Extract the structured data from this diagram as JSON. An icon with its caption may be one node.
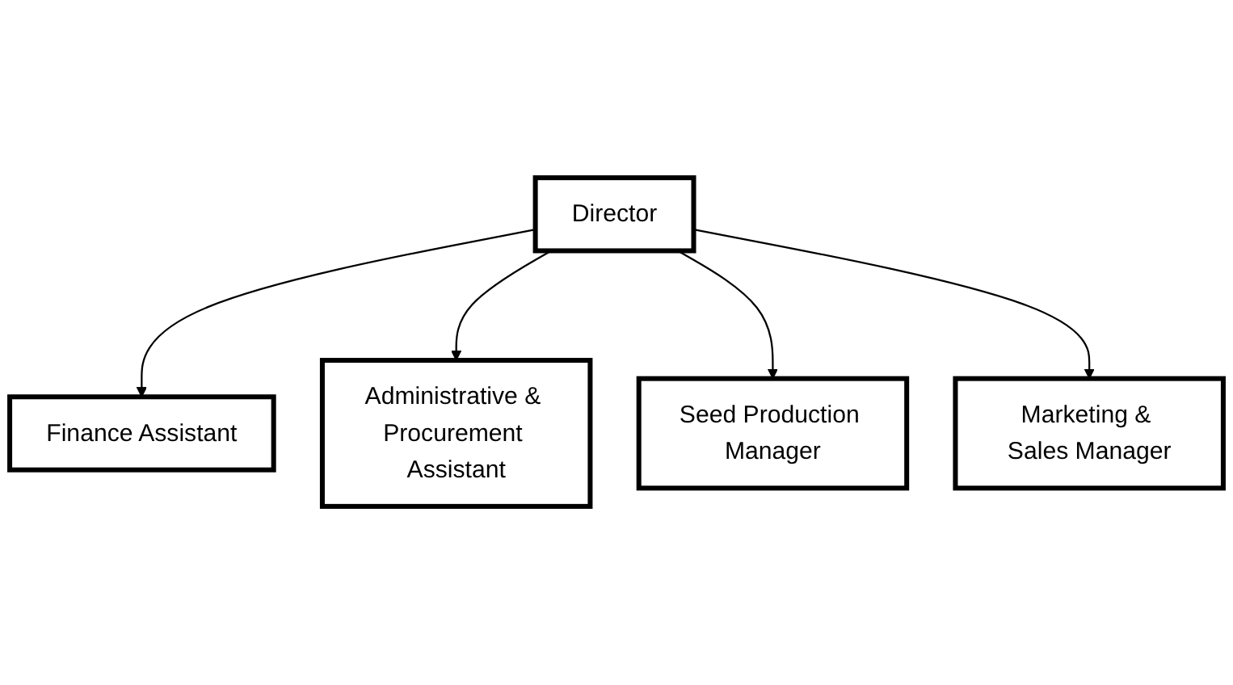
{
  "diagram": {
    "nodes": [
      {
        "text": [
          "Director"
        ]
      },
      {
        "text": [
          "Finance Assistant"
        ]
      },
      {
        "text": [
          "Administrative & Procurement Assistant"
        ]
      },
      {
        "text": [
          "Seed Production Manager"
        ]
      },
      {
        "text": [
          "Marketing & Sales Manager"
        ]
      }
    ],
    "edges": [
      {
        "from": 0,
        "to": 1,
        "arrow": "to"
      },
      {
        "from": 0,
        "to": 2,
        "arrow": "to"
      },
      {
        "from": 0,
        "to": 3,
        "arrow": "to"
      },
      {
        "from": 0,
        "to": 4,
        "arrow": "to"
      }
    ]
  }
}
